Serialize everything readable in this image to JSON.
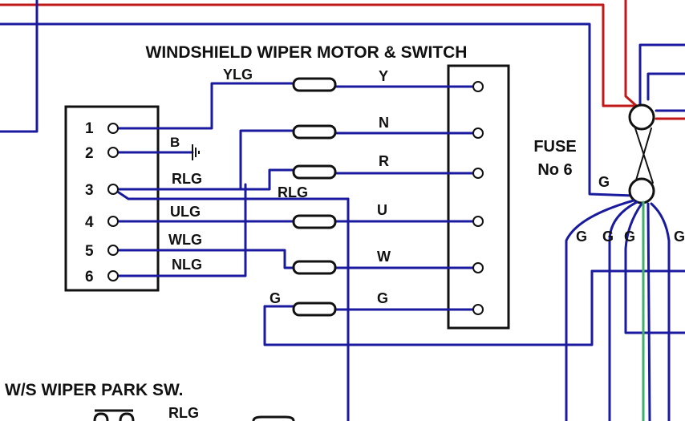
{
  "title": "WINDSHIELD WIPER MOTOR & SWITCH",
  "park_switch_title": "W/S WIPER PARK SW.",
  "park_switch_wire": "RLG",
  "fuse": {
    "line1": "FUSE",
    "line2": "No 6"
  },
  "left_terminals": [
    "1",
    "2",
    "3",
    "4",
    "5",
    "6"
  ],
  "ground_symbol_label": "B",
  "wire_labels": {
    "ylg": "YLG",
    "y": "Y",
    "n": "N",
    "r": "R",
    "rlg_upper": "RLG",
    "rlg_lower": "RLG",
    "ulg": "ULG",
    "u": "U",
    "wlg": "WLG",
    "w": "W",
    "nlg": "NLG",
    "g_left": "G",
    "g_right": "G"
  },
  "fuse_g_labels": [
    "G",
    "G",
    "G",
    "G"
  ],
  "colors": {
    "blue_wire": "#1a1a9e",
    "red_wire": "#c01818",
    "green_wire": "#3fae6e",
    "ink": "#111111"
  }
}
